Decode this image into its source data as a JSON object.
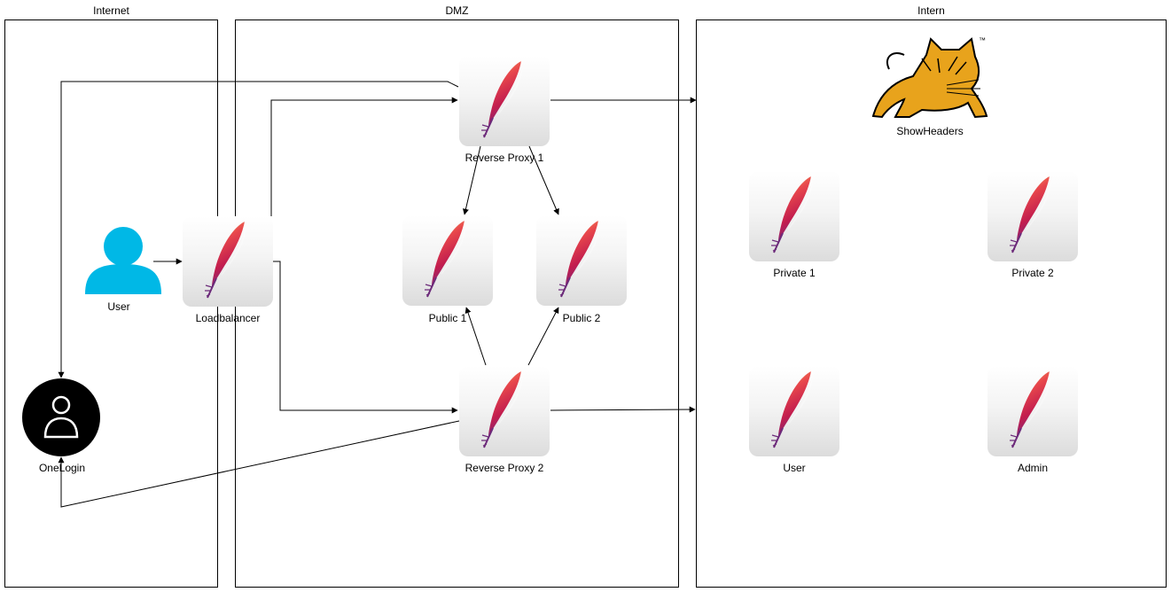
{
  "zones": {
    "internet": "Internet",
    "dmz": "DMZ",
    "intern": "Intern"
  },
  "nodes": {
    "user_actor": "User",
    "onelogin": "OneLogin",
    "loadbalancer": "Loadbalancer",
    "reverse_proxy_1": "Reverse Proxy 1",
    "reverse_proxy_2": "Reverse Proxy 2",
    "public_1": "Public 1",
    "public_2": "Public 2",
    "showheaders": "ShowHeaders",
    "private_1": "Private 1",
    "private_2": "Private 2",
    "intern_user": "User",
    "admin": "Admin"
  },
  "icons": {
    "apache": "apache-feather-icon",
    "user": "user-silhouette-icon",
    "onelogin": "onelogin-icon",
    "tomcat": "tomcat-icon",
    "tomcat_mark": "™"
  },
  "colors": {
    "user_blue": "#00b8e6",
    "onelogin_black": "#000000",
    "tomcat_yellow": "#e8a31c"
  }
}
